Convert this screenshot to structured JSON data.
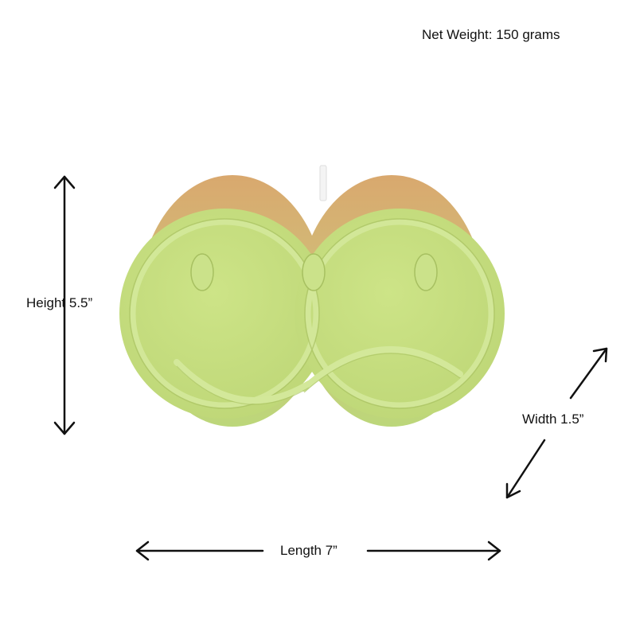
{
  "net_weight": "Net Weight: 150 grams",
  "dimensions": {
    "height": "Height 5.5”",
    "width": "Width 1.5”",
    "length": "Length 7”"
  },
  "product": {
    "main_color": "#c8df82",
    "edge_color": "#d9b878",
    "wick_color": "#f4f4f4"
  },
  "arrow_color": "#111111"
}
